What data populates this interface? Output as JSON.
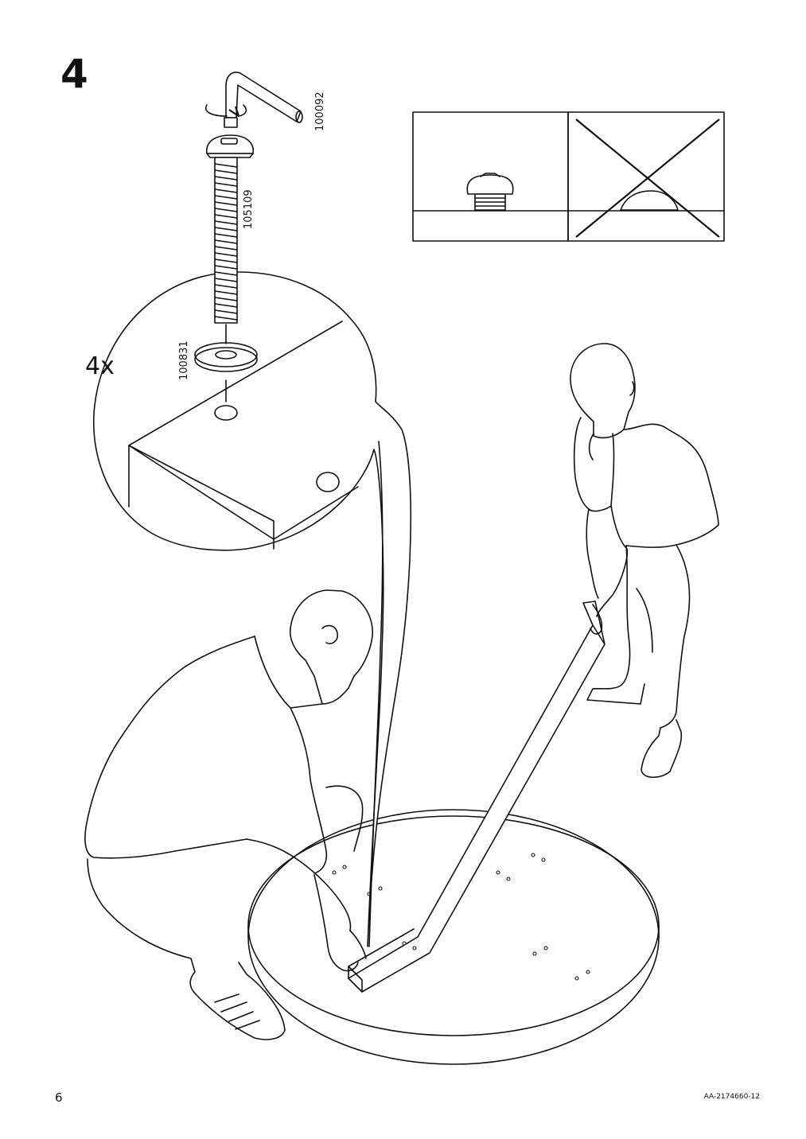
{
  "step": {
    "number": "4"
  },
  "detail": {
    "quantity": "4x"
  },
  "parts": {
    "allen_key": "100092",
    "bolt": "105109",
    "washer": "100831"
  },
  "footer": {
    "page_number": "6",
    "doc_code": "AA-2174660-12"
  },
  "icons": [
    "allen-key-icon",
    "bolt-icon",
    "washer-icon",
    "correct-fit-icon",
    "incorrect-fit-icon",
    "person-icon",
    "table-top-icon"
  ]
}
